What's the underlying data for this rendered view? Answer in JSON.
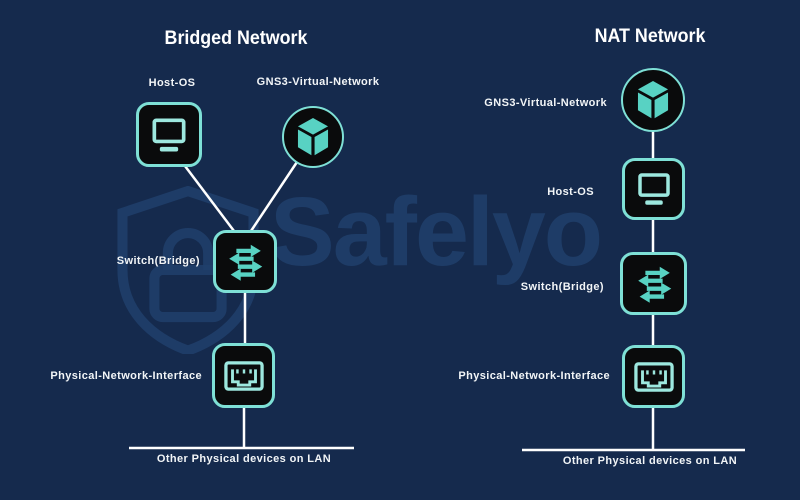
{
  "left": {
    "title": "Bridged Network",
    "nodes": [
      {
        "label": "Host-OS",
        "icon": "monitor-icon"
      },
      {
        "label": "GNS3-Virtual-Network",
        "icon": "cube-icon"
      },
      {
        "label": "Switch(Bridge)",
        "icon": "switch-arrows-icon"
      },
      {
        "label": "Physical-Network-Interface",
        "icon": "ethernet-port-icon"
      }
    ],
    "lan_label": "Other Physical devices on LAN"
  },
  "right": {
    "title": "NAT Network",
    "nodes": [
      {
        "label": "GNS3-Virtual-Network",
        "icon": "cube-icon"
      },
      {
        "label": "Host-OS",
        "icon": "monitor-icon"
      },
      {
        "label": "Switch(Bridge)",
        "icon": "switch-arrows-icon"
      },
      {
        "label": "Physical-Network-Interface",
        "icon": "ethernet-port-icon"
      }
    ],
    "lan_label": "Other Physical devices on LAN"
  },
  "watermark": {
    "text": "Safelyo",
    "icon": "shield-lock-icon"
  },
  "colors": {
    "background": "#152a4d",
    "node_border_teal": "#7ee0d6",
    "icon_fill_teal": "#58d2c3",
    "icon_stroke_light_teal": "#9de8df",
    "node_background": "#0a0b0c",
    "connector_line": "#ffffff",
    "label_text": "#f2f5f7",
    "watermark_blue": "#20406c"
  }
}
